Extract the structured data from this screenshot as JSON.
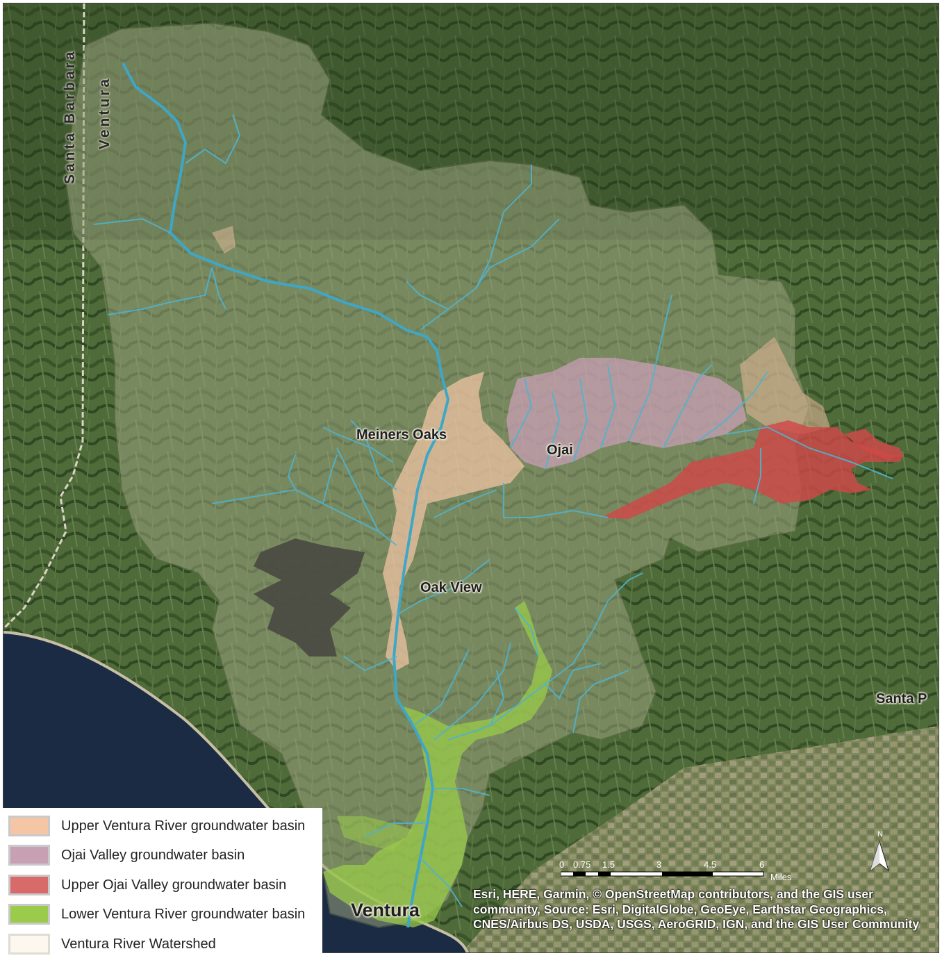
{
  "counties": {
    "west": "Santa Barbara",
    "east": "Ventura"
  },
  "places": {
    "meiners_oaks": "Meiners Oaks",
    "ojai": "Ojai",
    "oak_view": "Oak View",
    "ventura": "Ventura",
    "santa_paula": "Santa P"
  },
  "legend": {
    "items": [
      {
        "label": "Upper Ventura River groundwater basin",
        "color": "#f4c6a6"
      },
      {
        "label": "Ojai Valley groundwater basin",
        "color": "#c8a0b4"
      },
      {
        "label": "Upper Ojai Valley groundwater basin",
        "color": "#d86a6a"
      },
      {
        "label": "Lower Ventura River groundwater basin",
        "color": "#9acb4a"
      },
      {
        "label": "Ventura River Watershed",
        "color": "#fdf8ef"
      }
    ]
  },
  "scale_bar": {
    "ticks": [
      "0",
      "0.75",
      "1.5",
      "3",
      "4.5",
      "6"
    ],
    "unit": "Miles"
  },
  "north_arrow": "N",
  "attribution": "Esri, HERE, Garmin, © OpenStreetMap contributors, and the GIS user community,  Source: Esri, DigitalGlobe, GeoEye, Earthstar Geographics, CNES/Airbus DS, USDA, USGS, AeroGRID, IGN, and the GIS User Community",
  "colors": {
    "ocean": "#1b2b44",
    "terrain_dark": "#3b5a2e",
    "terrain_mid": "#56703f",
    "watershed_tint": "#8e9a72",
    "streams": "#4fb3cf",
    "lake": "#4a4a42"
  }
}
